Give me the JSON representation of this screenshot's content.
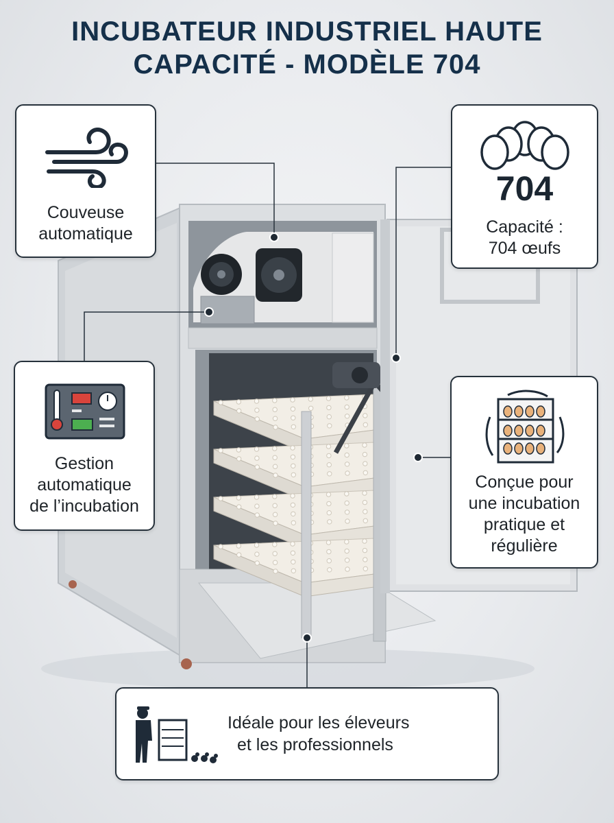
{
  "title": {
    "line1": "INCUBATEUR INDUSTRIEL HAUTE",
    "line2": "CAPACITÉ - MODÈLE 704"
  },
  "features": {
    "couveuse": {
      "line1": "Couveuse",
      "line2": "automatique",
      "icon": "wind-icon"
    },
    "capacite": {
      "number": "704",
      "line1": "Capacité :",
      "line2": "704 œufs",
      "icon": "eggs-icon"
    },
    "gestion": {
      "line1": "Gestion",
      "line2": "automatique",
      "line3": "de l’incubation",
      "icon": "control-panel-icon"
    },
    "concue": {
      "line1": "Conçue pour",
      "line2": "une incubation",
      "line3": "pratique et",
      "line4": "régulière",
      "icon": "egg-rack-rotation-icon"
    },
    "ideale": {
      "line1": "Idéale pour les éleveurs",
      "line2": "et les professionnels",
      "icon": "farmer-with-incubator-icon"
    }
  },
  "colors": {
    "title": "#15304a",
    "card_border": "#26313b",
    "cabinet": "#d9dcdf",
    "tray": "#f1ede4"
  }
}
